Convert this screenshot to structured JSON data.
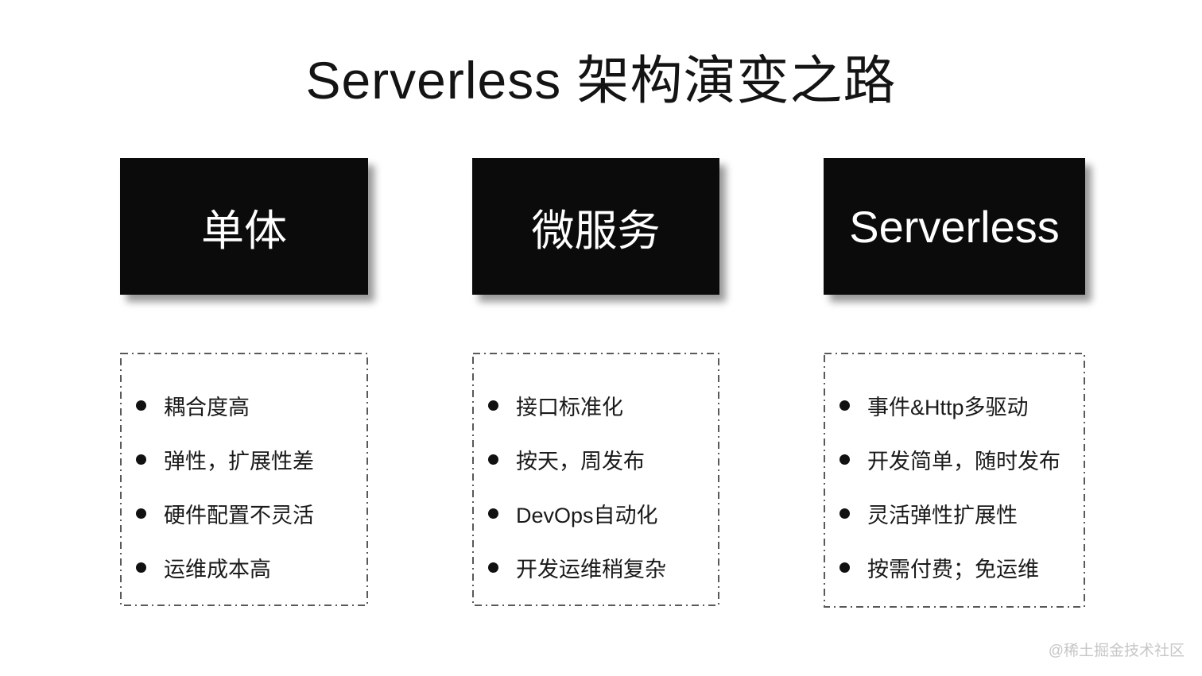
{
  "page": {
    "title": "Serverless 架构演变之路",
    "watermark": "@稀土掘金技术社区"
  },
  "colors": {
    "background": "#ffffff",
    "stage_box_bg": "#0b0b0b",
    "stage_box_text": "#ffffff",
    "dashed_border": "#595959",
    "item_text": "#1a1a1a",
    "bullet": "#111111",
    "watermark_text": "#c6c6c6"
  },
  "columns": [
    {
      "id": "monolith",
      "stage_label": "单体",
      "items": [
        "耦合度高",
        "弹性，扩展性差",
        "硬件配置不灵活",
        "运维成本高"
      ]
    },
    {
      "id": "microservices",
      "stage_label": "微服务",
      "items": [
        "接口标准化",
        "按天，周发布",
        "DevOps自动化",
        "开发运维稍复杂"
      ]
    },
    {
      "id": "serverless",
      "stage_label": "Serverless",
      "items": [
        "事件&Http多驱动",
        "开发简单，随时发布",
        "灵活弹性扩展性",
        "按需付费；免运维"
      ]
    }
  ]
}
